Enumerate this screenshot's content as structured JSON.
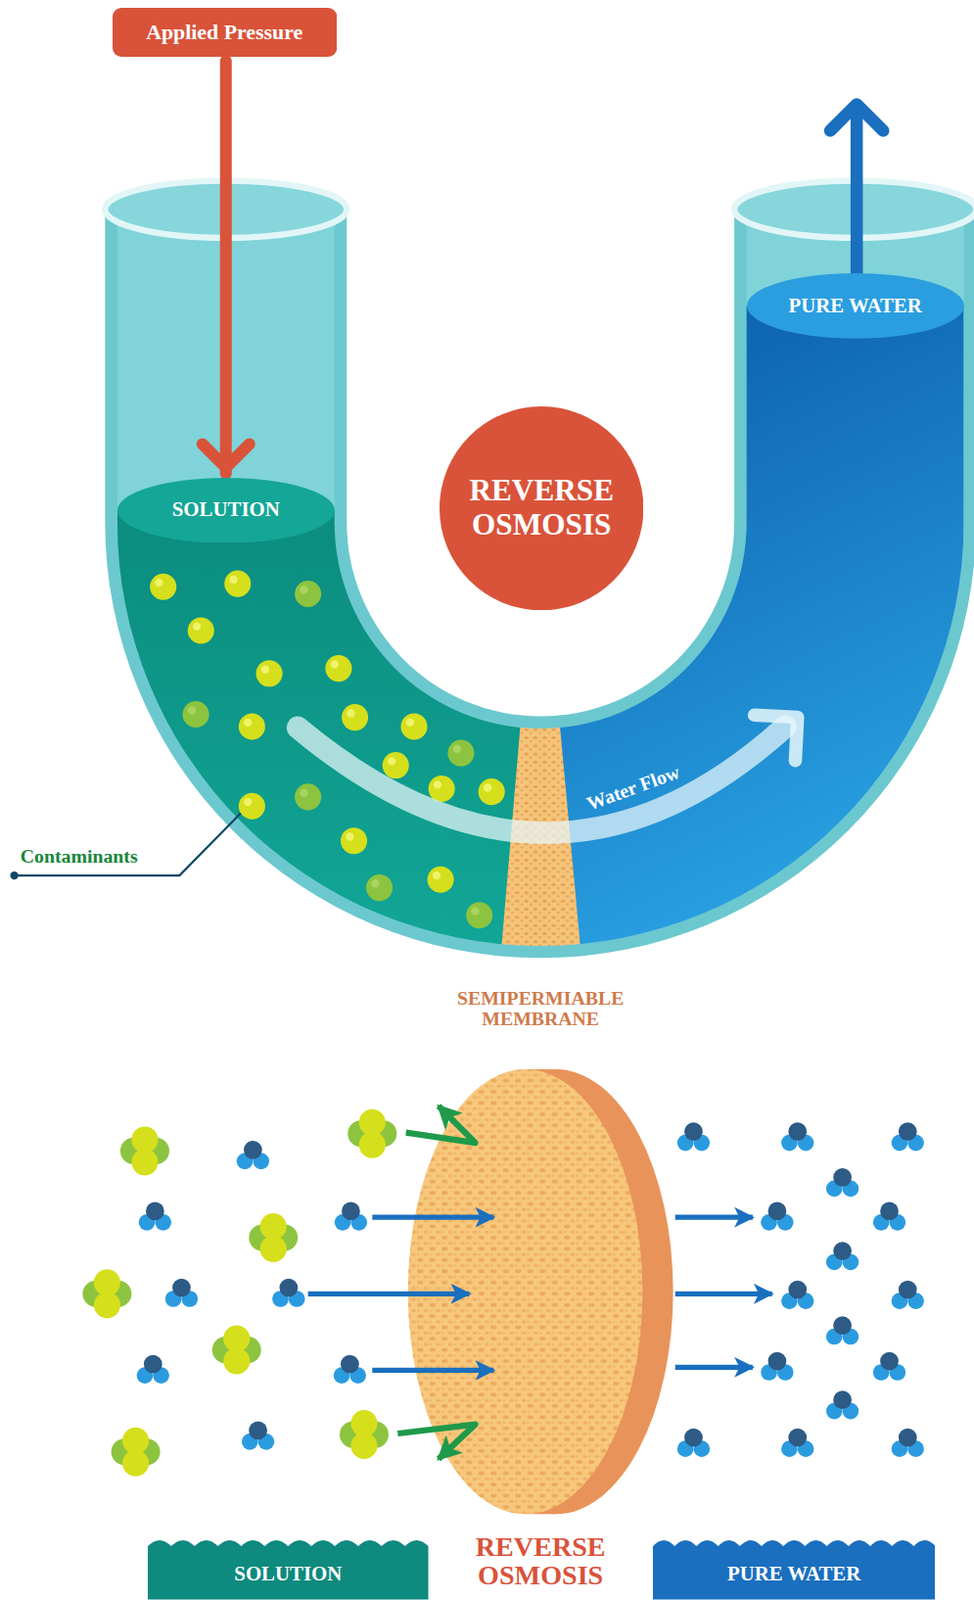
{
  "diagram": {
    "nodes": [
      {
        "text": [
          "Applied Pressure"
        ]
      },
      {
        "text": [
          "PURE WATER"
        ]
      },
      {
        "text": [
          "SOLUTION"
        ]
      },
      {
        "text": [
          "REVERSE OSMOSIS"
        ]
      },
      {
        "text": [
          "SOLUTION"
        ]
      },
      {
        "text": [
          "PURE WATER"
        ]
      }
    ],
    "edges": [
      {
        "from": 0,
        "to": 2,
        "arrow": "to"
      }
    ],
    "labels": [
      "Water Flow",
      "Contaminants",
      "SEMIPERMIABLE MEMBRANE",
      "REVERSE OSMOSIS"
    ]
  }
}
